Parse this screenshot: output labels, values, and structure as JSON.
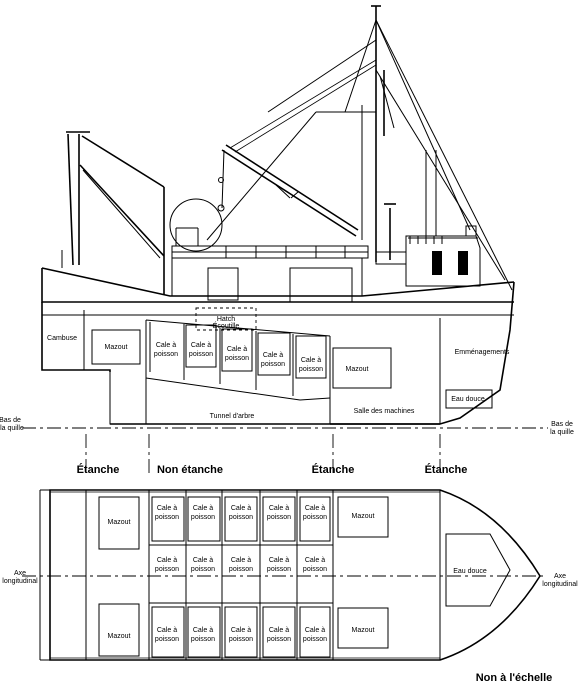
{
  "side": {
    "cambuse": "Cambuse",
    "mazout": "Mazout",
    "hatch1": "Hatch",
    "hatch2": "Écoutille",
    "cale1": "Cale à",
    "cale2": "poisson",
    "mazout2": "Mazout",
    "emmenagements": "Emménagements",
    "eau_douce": "Eau douce",
    "tunnel": "Tunnel d'arbre",
    "salle": "Salle des machines",
    "bas1": "Bas de",
    "bas2": "la quille"
  },
  "bulkheads": {
    "etanche": "Étanche",
    "non_etanche": "Non étanche"
  },
  "plan": {
    "mazout": "Mazout",
    "cale1": "Cale à",
    "cale2": "poisson",
    "eau_douce": "Eau douce",
    "axe1": "Axe",
    "axe2": "longitudinal"
  },
  "note": "Non à l'échelle"
}
